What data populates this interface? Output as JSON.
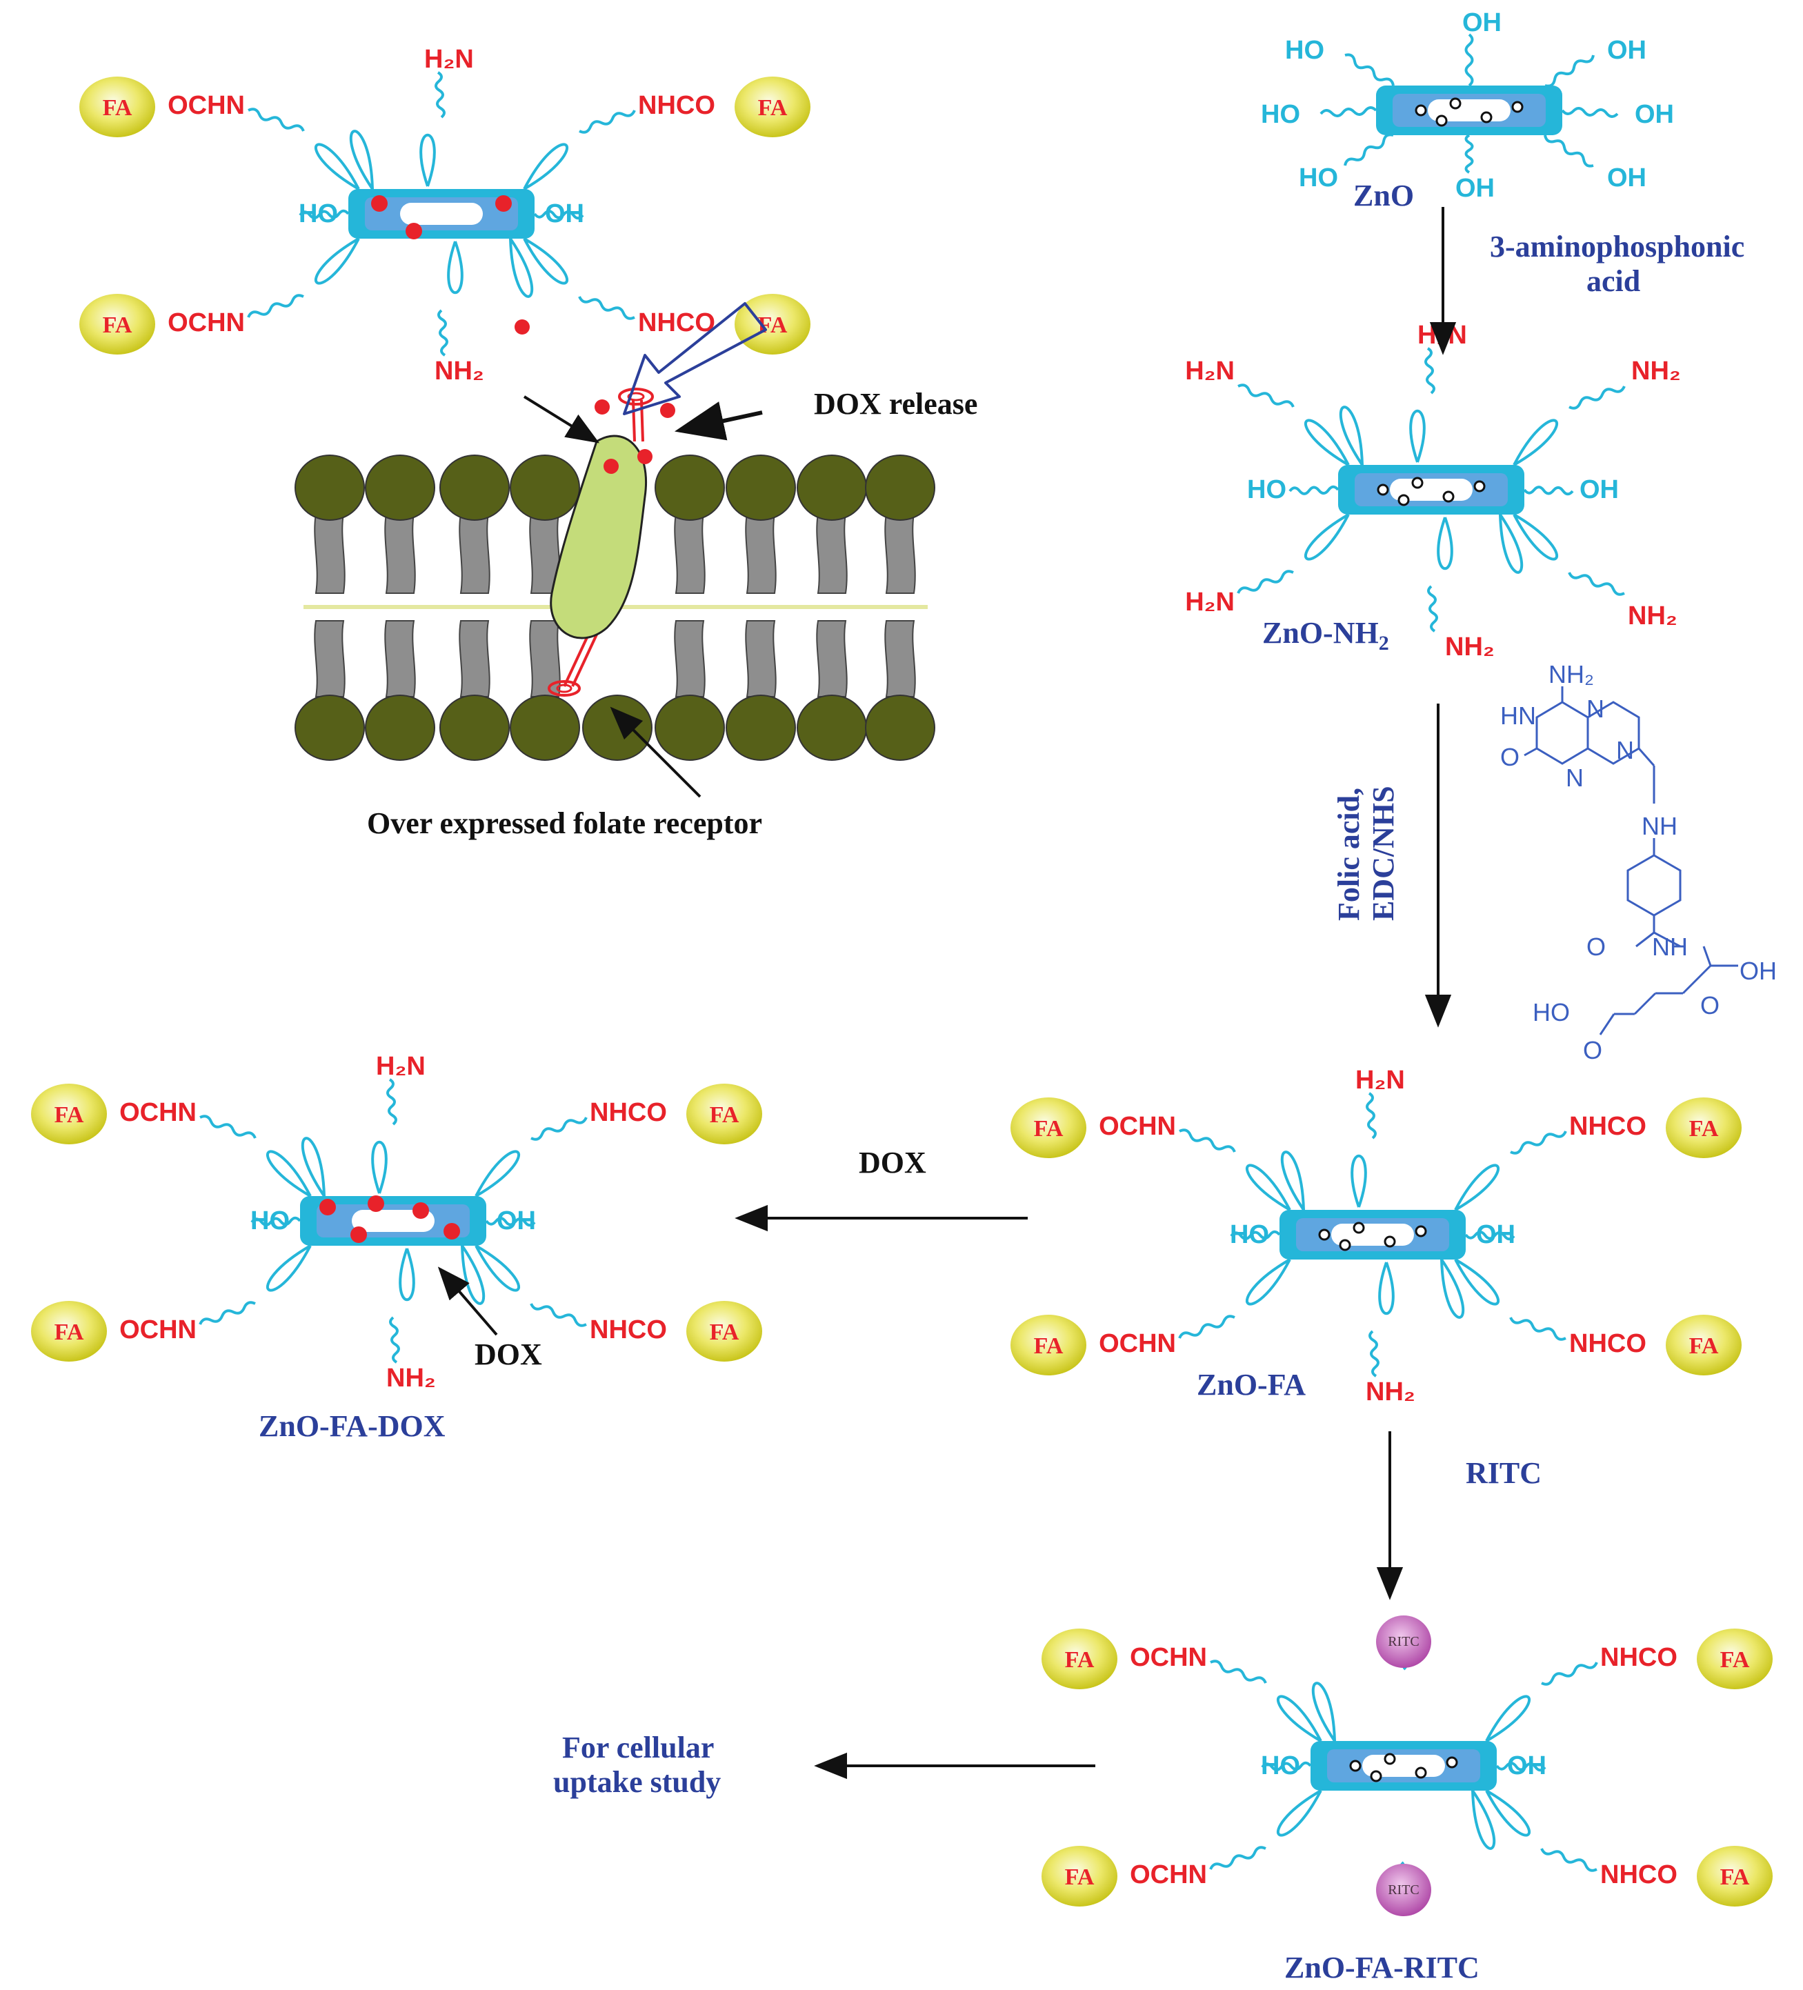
{
  "scheme": {
    "zno": "ZnO",
    "step1_reagent_line1": "3-aminophosphonic",
    "step1_reagent_line2": "acid",
    "zno_nh2_name": "ZnO-NH",
    "zno_nh2_sub": "2",
    "step2_reagent_line1": "Folic acid,",
    "step2_reagent_line2": "EDC/NHS",
    "zno_fa": "ZnO-FA",
    "dox_arrow": "DOX",
    "zno_fa_dox": "ZnO-FA-DOX",
    "dox_pointer": "DOX",
    "ritc_arrow": "RITC",
    "zno_fa_ritc": "ZnO-FA-RITC",
    "uptake_line1": "For cellular",
    "uptake_line2": "uptake study",
    "dox_release": "DOX release",
    "folate_receptor": "Over expressed folate receptor"
  },
  "groups": {
    "oh": "OH",
    "ho": "HO",
    "h2n": "H₂N",
    "nh2": "NH₂",
    "fa": "FA",
    "ochn": "OCHN",
    "nhco": "NHCO",
    "ritc_bead": "RITC"
  },
  "folic_acid": {
    "nh2": "NH₂",
    "hn": "HN",
    "n": "N",
    "o": "O",
    "nh": "NH",
    "oh": "OH",
    "ho": "HO"
  },
  "colors": {
    "rod_cyan": "#25b6d9",
    "rod_blue": "#5fa6e0",
    "ligand_red": "#e8222a",
    "fa_yellow": "#e4e24a",
    "label_blue": "#2b3f9a",
    "membrane_head": "#566018",
    "membrane_tail": "#8e8e8e",
    "receptor": "#c4dc7a",
    "ritc_bead": "#c766c0"
  }
}
